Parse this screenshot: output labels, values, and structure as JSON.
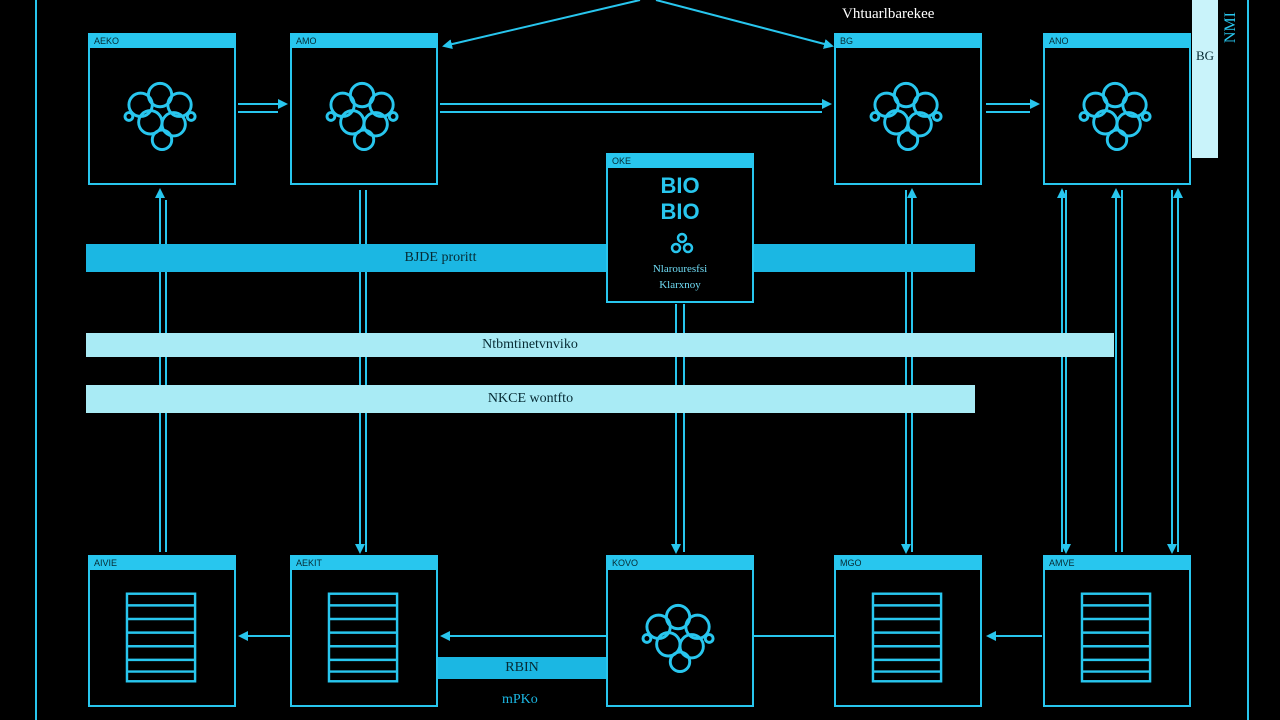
{
  "title": "Vhtuarlbarekee",
  "side_label": "NMI",
  "side_panel_text": "BG",
  "bars": {
    "b1": "BJDE proritt",
    "b2": "Ntbmtinetvnviko",
    "b3": "NKCE wontfto",
    "b4": "RBIN"
  },
  "bottom_caption": "mPKo",
  "top_nodes": [
    {
      "id": "n1",
      "header": "AEKO"
    },
    {
      "id": "n2",
      "header": "AMO"
    },
    {
      "id": "n3",
      "header": "BG"
    },
    {
      "id": "n4",
      "header": "ANO"
    }
  ],
  "center_node": {
    "header": "OKE",
    "line1": "BIO",
    "line2": "BIO",
    "sub1": "Nlarouresfsi",
    "sub2": "Klarxnoy"
  },
  "bottom_nodes": [
    {
      "id": "m1",
      "header": "AIVIE"
    },
    {
      "id": "m2",
      "header": "AEKIT"
    },
    {
      "id": "m3",
      "header": "KOVO"
    },
    {
      "id": "m4",
      "header": "MGO"
    },
    {
      "id": "m5",
      "header": "AMVE"
    }
  ],
  "colors": {
    "accent": "#28c6ee",
    "bar_dark": "#1bb7e3",
    "bar_pale": "#a9ebf5",
    "background": "#000000"
  }
}
